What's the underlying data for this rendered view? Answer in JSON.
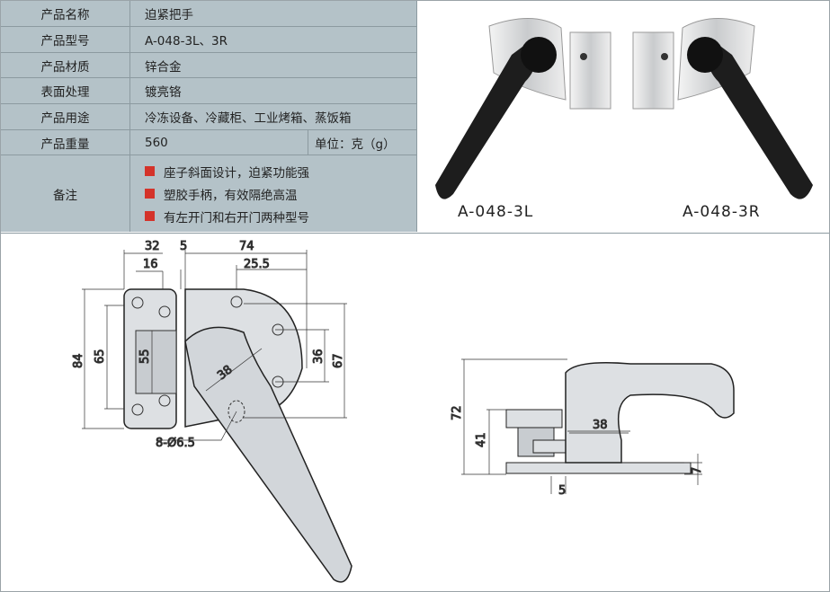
{
  "spec": {
    "rows": [
      {
        "label": "产品名称",
        "value": "迫紧把手"
      },
      {
        "label": "产品型号",
        "value": "A-048-3L、3R"
      },
      {
        "label": "产品材质",
        "value": "锌合金"
      },
      {
        "label": "表面处理",
        "value": "镀亮铬"
      },
      {
        "label": "产品用途",
        "value": "冷冻设备、冷藏柜、工业烤箱、蒸饭箱"
      },
      {
        "label": "产品重量",
        "value": "560",
        "unit": "单位：克（g）"
      }
    ],
    "notes_label": "备注",
    "notes": [
      "座子斜面设计，迫紧功能强",
      "塑胶手柄，有效隔绝高温",
      "有左开门和右开门两种型号"
    ],
    "bullet_color": "#d4332a"
  },
  "photos": {
    "left_model": "A-048-3L",
    "right_model": "A-048-3R"
  },
  "drawing": {
    "front": {
      "d32": "32",
      "d5": "5",
      "d74": "74",
      "d16": "16",
      "d25_5": "25.5",
      "d84": "84",
      "d65": "65",
      "d55": "55",
      "d38": "38",
      "d36": "36",
      "d67": "67",
      "holes": "8-Ø6.5"
    },
    "side": {
      "d72": "72",
      "d41": "41",
      "d38": "38",
      "d5": "5",
      "d7": "7"
    }
  }
}
